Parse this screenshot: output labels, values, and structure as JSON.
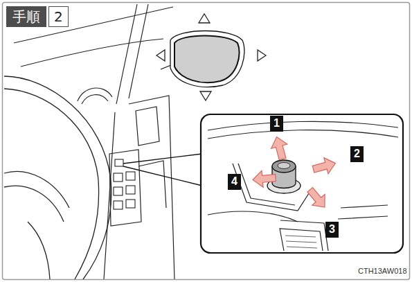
{
  "diagram": {
    "nodes": [
      {
        "text": [
          "手順",
          "2"
        ]
      }
    ],
    "labels": [
      "1",
      "2",
      "3",
      "4",
      "CTH13AW018"
    ]
  }
}
